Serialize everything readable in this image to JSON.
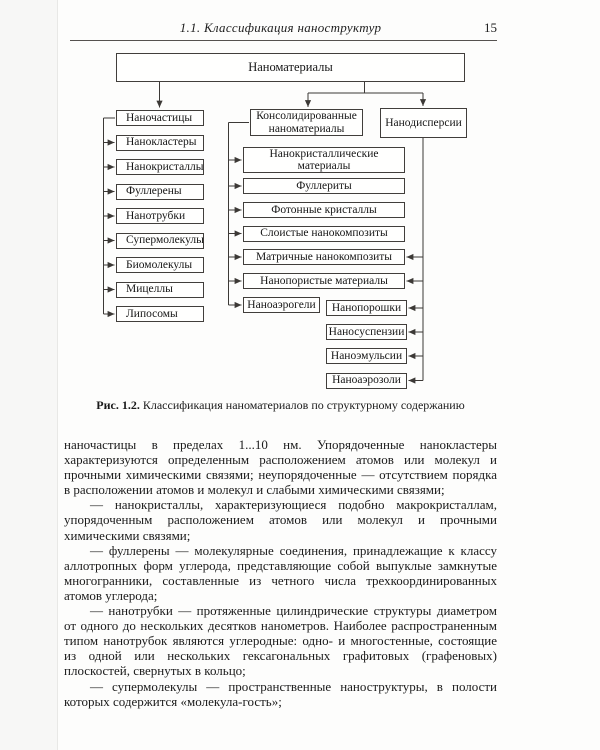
{
  "page": {
    "running_title": "1.1. Классификация наноструктур",
    "page_number": "15"
  },
  "figure": {
    "root": "Наноматериалы",
    "groups": {
      "particles": {
        "head": "Наночастицы",
        "items": [
          "Нанокластеры",
          "Нанокристаллы",
          "Фуллерены",
          "Нанотрубки",
          "Супермолекулы",
          "Биомолекулы",
          "Мицеллы",
          "Липосомы"
        ]
      },
      "consolidated": {
        "head": "Консолидированные наноматериалы",
        "items": [
          "Нанокристаллические материалы",
          "Фуллериты",
          "Фотонные кристаллы",
          "Слоистые нанокомпозиты",
          "Матричные нанокомпозиты",
          "Нанопористые материалы",
          "Наноаэрогели"
        ]
      },
      "dispersions": {
        "head": "Нанодисперсии",
        "items": [
          "Нанопорошки",
          "Наносуспензии",
          "Наноэмульсии",
          "Наноаэрозоли"
        ]
      }
    },
    "caption": {
      "label": "Рис. 1.2.",
      "text": " Классификация наноматериалов по структурному содержанию"
    }
  },
  "body": {
    "paragraphs": [
      "наночастицы в пределах 1...10 нм. Упорядоченные нанокластеры характеризуются определенным расположением атомов или молекул и прочными химическими связями; неупорядоченные — отсутствием порядка в расположении атомов и молекул и слабыми химическими связями;",
      "— нанокристаллы, характеризующиеся подобно макрокристаллам, упорядоченным расположением атомов или молекул и прочными химическими связями;",
      "— фуллерены — молекулярные соединения, принадлежащие к классу аллотропных форм углерода, представляющие собой выпуклые замкнутые многогранники, составленные из четного числа трехкоординированных атомов углерода;",
      "— нанотрубки — протяженные цилиндрические структуры диаметром от одного до нескольких десятков нанометров. Наиболее распространенным типом нанотрубок являются углеродные: одно- и многостенные, состоящие из одной или нескольких гексагональных графитовых (графеновых) плоскостей, свернутых в кольцо;",
      "— супермолекулы — пространственные наноструктуры, в полости которых содержится «молекула-гость»;"
    ]
  }
}
